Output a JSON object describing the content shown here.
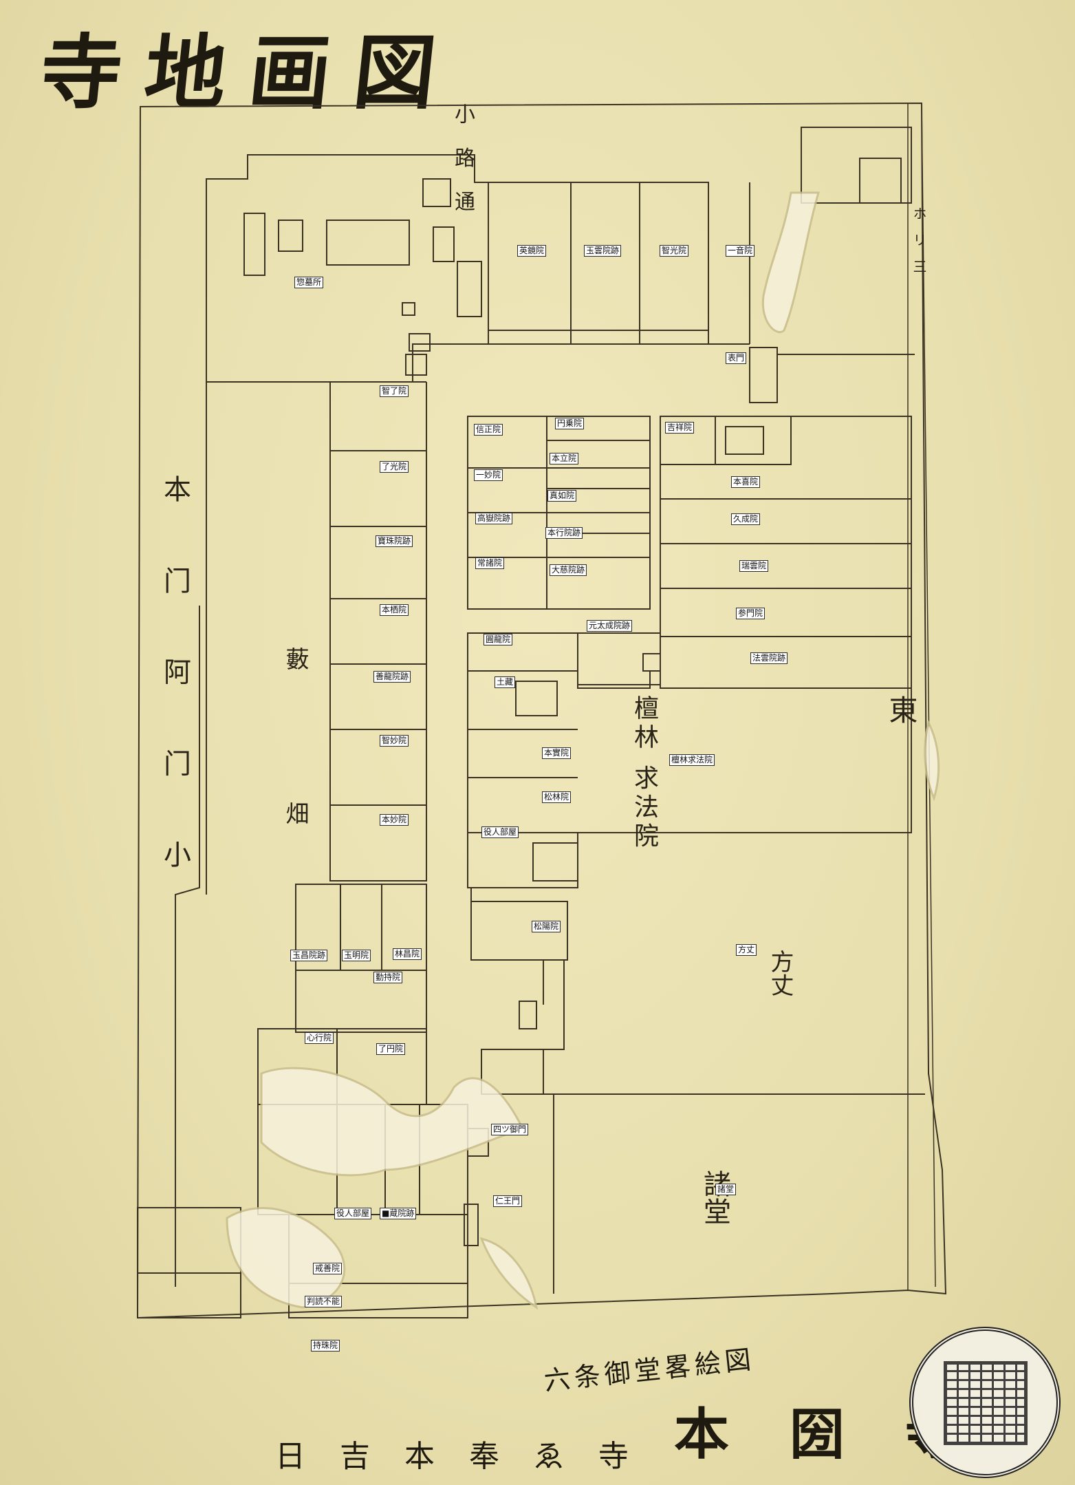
{
  "title": "寺地画図",
  "footer": {
    "left": "日 吉 本 奉 ゑ 寺",
    "right_small": "六条御堂畧絵図",
    "right_big": "本 圀 寺"
  },
  "side_notes": {
    "left_road": "本 门 阿 门 小",
    "top_road": "小 路 通",
    "east": "東",
    "east_road": "ホ リ 三"
  },
  "labels": {
    "eikyoin": "英鏡院",
    "gyokuunin": "玉雲院跡",
    "chikoin": "智光院",
    "ichionin": "一音院",
    "omotemon": "表門",
    "sobosho": "惣墓所",
    "chiryoin": "智了院",
    "ryokoin": "了光院",
    "hojuin": "寶珠院跡",
    "honseiin": "本栖院",
    "zenryuin": "善龍院跡",
    "chimyoin": "智妙院",
    "honmyoin": "本妙院",
    "shinseiin": "信正院",
    "enjoin": "円乗院",
    "honritsuin": "本立院",
    "ichimyoin": "一妙院",
    "shinnyoin": "真如院",
    "kogakuin": "高嶽院跡",
    "hongyoin": "本行院跡",
    "joshoin": "常諸院",
    "daijiin": "大慈院跡",
    "kisshoin": "吉祥院",
    "honkiin": "本喜院",
    "kujoin": "久成院",
    "zuiunin": "瑞雲院",
    "sanmonin": "参門院",
    "houunin": "法雲院跡",
    "gentaijoin": "元太成院跡",
    "enryuin": "圓龍院",
    "dozo": "土藏",
    "honjitsuin": "本實院",
    "shorinin": "松林院",
    "yakunin_beya": "役人部屋",
    "danrin": "檀林求法院",
    "shoyoin": "松陽院",
    "hojo": "方丈",
    "gyokushoin": "玉昌院跡",
    "gyokumeiin": "玉明院",
    "rinshoin": "林昌院",
    "gonjiin": "勤持院",
    "shingyoin": "心行院",
    "ryomonin": "了円院",
    "yotsugomon": "四ツ御門",
    "niomon": "仁王門",
    "yakunin_beya2": "役人部屋",
    "kurain": "■蔵院跡",
    "shodo": "諸堂",
    "kaizenin": "戒善院",
    "unreadable": "判読不能",
    "jijuin": "持珠院"
  },
  "big_text": {
    "hatake": "藪 畑",
    "danrin_v": "檀林 求法院",
    "hojo_v": "方丈",
    "shodo_v": "諸堂"
  }
}
